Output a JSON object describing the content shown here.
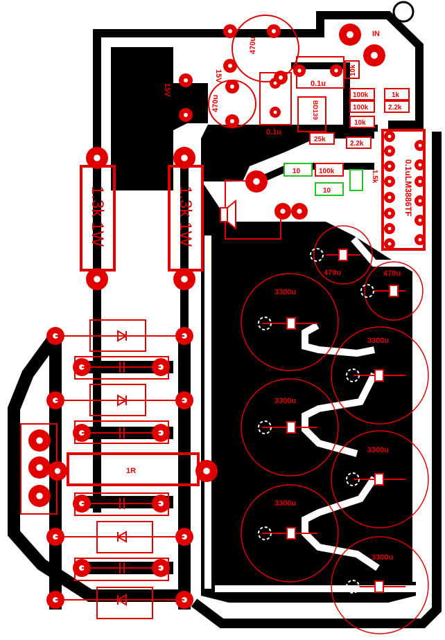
{
  "colors": {
    "copper": "#000000",
    "silk": "#e00000",
    "pad": "#e00000",
    "hole": "#ffffff",
    "board": "#ffffff",
    "led": "#22c222"
  },
  "labels": {
    "in": "IN",
    "r_1k_top": "10k",
    "c_01u_top": "0.1u",
    "c_01u_bottom": "0.1u",
    "r_100k_a": "100k",
    "r_100k_b": "100k",
    "r_1k": "1k",
    "r_22k": "2.2k",
    "r_10k": "10k",
    "r_25k": "25k",
    "r_22k_b": "2.2k",
    "r_10_a": "10",
    "r_100k_c": "100k",
    "r_10_b": "10",
    "r_1k5": "1.5k",
    "ic_label": "0.1uLM3886TF",
    "diode_15v_a": "15V",
    "diode_15v_b": "15V",
    "cap_470u_a": "470u",
    "cap_470u_b": "470u",
    "cap_470u_c": "470u",
    "cap_470u_d": "470u",
    "transistor": "BD139",
    "res_big_left": "1.3k 1W",
    "res_big_right": "1.3k 1W",
    "cap_3300_1": "3300u",
    "cap_3300_2": "3300u",
    "cap_3300_3": "3300u",
    "cap_3300_4": "3300u",
    "cap_3300_5": "3300u",
    "cap_3300_6": "3300u",
    "res_1r": "1R"
  }
}
